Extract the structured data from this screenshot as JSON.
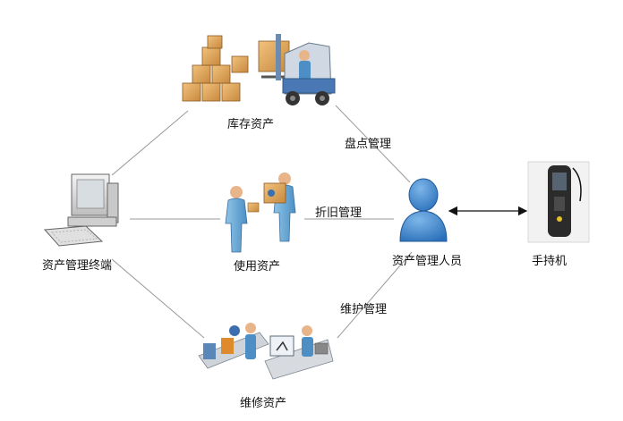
{
  "nodes": {
    "inventory": {
      "label": "库存资产",
      "icon": "boxes-forklift-icon"
    },
    "in_use": {
      "label": "使用资产",
      "icon": "two-workers-icon"
    },
    "repair": {
      "label": "维修资产",
      "icon": "repair-workshop-icon"
    },
    "terminal": {
      "label": "资产管理终端",
      "icon": "desktop-computer-icon"
    },
    "manager": {
      "label": "资产管理人员",
      "icon": "person-icon"
    },
    "handheld": {
      "label": "手持机",
      "icon": "handheld-scanner-icon"
    }
  },
  "edges": {
    "inventory_label": "盘点管理",
    "depreciation_label": "折旧管理",
    "maintenance_label": "维护管理"
  }
}
